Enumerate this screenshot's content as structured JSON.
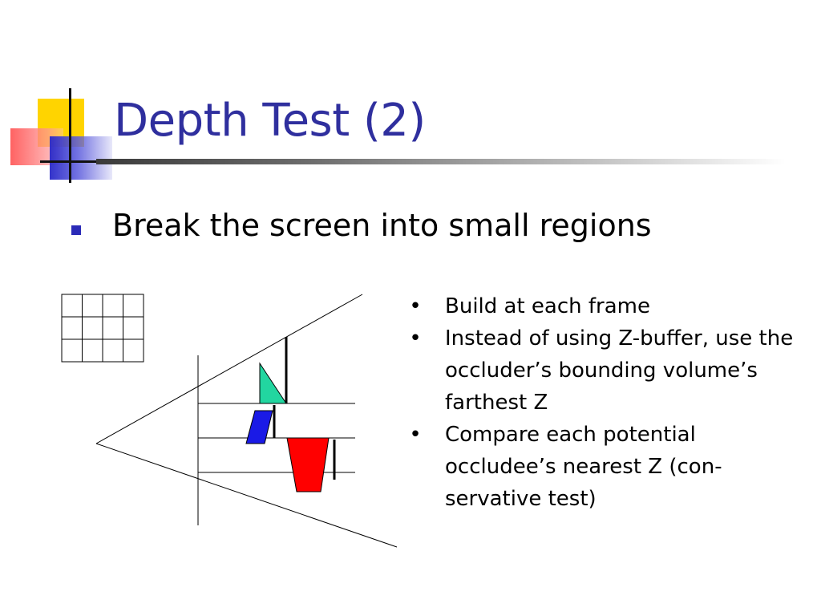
{
  "slide": {
    "title": "Depth Test (2)",
    "main_bullet": "Break the screen into small regions",
    "sub_bullets": [
      {
        "marker": "•",
        "text": "Build at each frame"
      },
      {
        "marker": "•",
        "text": "Instead of using Z-buffer, use the occluder’s bounding volume’s farthest Z"
      },
      {
        "marker": "•",
        "text": "Compare each potential occludee’s nearest Z (con-servative test)"
      }
    ]
  },
  "colors": {
    "title": "#2f2f9e",
    "bullet_square": "#2b2bb8",
    "logo_yellow": "#ffd400",
    "logo_red": "#ff5a5a",
    "logo_blue": "#2828c8",
    "occluder_green": "#22d6a0",
    "occludee_blue": "#1a1ae6",
    "occludee_red": "#ff0000"
  },
  "diagram": {
    "grid": {
      "rows": 3,
      "cols": 4
    },
    "shapes": [
      "grid-icon",
      "view-frustum",
      "green-triangle",
      "blue-parallelogram",
      "red-trapezoid"
    ]
  }
}
